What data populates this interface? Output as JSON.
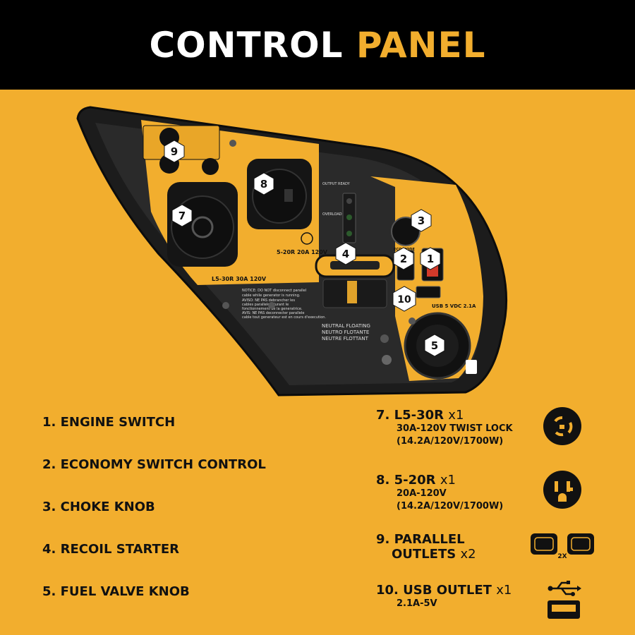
{
  "header": {
    "title_main": "CONTROL",
    "title_accent": "PANEL",
    "accent_color": "#F2AE2E"
  },
  "panel": {
    "outlet_7_label": "L5-30R 30A 120V",
    "outlet_8_label": "5-20R 20A 120V",
    "usb_label": "USB 5 VDC 2.1A",
    "neutral": [
      "NEUTRAL FLOATING",
      "NEUTRO FLOTANTE",
      "NEUTRE FLOTTANT"
    ],
    "notice": [
      "NOTICE: DO NOT disconnect parallel",
      "cable while generator is running.",
      "AVISO: NE PAS debrancher les",
      "cables paralleles durant le",
      "fonctionnement de la generatrice.",
      "AVIS: NE PAS deconnecter parallele",
      "cable tout generateur est en cours d'execution."
    ],
    "indicators": [
      "OUTPUT READY",
      "OVERLOAD",
      "ECO MODE"
    ],
    "markers": [
      "1",
      "2",
      "3",
      "4",
      "5",
      "7",
      "8",
      "9",
      "10"
    ]
  },
  "legend_left": [
    "1. ENGINE SWITCH",
    "2. ECONOMY SWITCH CONTROL",
    "3. CHOKE KNOB",
    "4. RECOIL STARTER",
    "5. FUEL VALVE KNOB"
  ],
  "legend_right": [
    {
      "title": "7. L5-30R",
      "qty": "x1",
      "sub": [
        "30A-120V TWIST LOCK",
        "(14.2A/120V/1700W)"
      ],
      "icon": "l5-30r-outlet-icon"
    },
    {
      "title": "8. 5-20R",
      "qty": "x1",
      "sub": [
        "20A-120V",
        "(14.2A/120V/1700W)"
      ],
      "icon": "5-20r-outlet-icon"
    },
    {
      "title": "9. PARALLEL",
      "title2": "OUTLETS",
      "qty": "x2",
      "sub": [],
      "icon": "parallel-outlets-icon",
      "icon_badge": "2X"
    },
    {
      "title": "10. USB OUTLET",
      "qty": "x1",
      "sub": [
        "2.1A-5V"
      ],
      "icon": "usb-icon"
    }
  ]
}
